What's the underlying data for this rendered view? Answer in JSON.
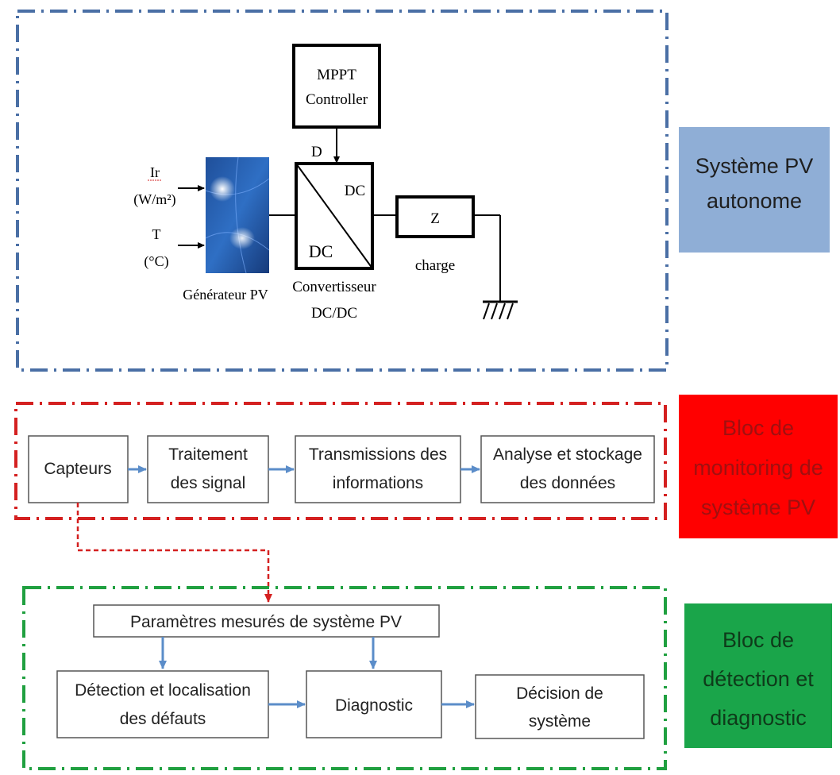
{
  "pv_system": {
    "mppt": {
      "line1": "MPPT",
      "line2": "Controller"
    },
    "duty_label": "D",
    "irradiance": {
      "line1": "Ir",
      "line2": "(W/m²)"
    },
    "temperature": {
      "line1": "T",
      "line2": "(°C)"
    },
    "generator_label": "Générateur PV",
    "converter": {
      "in_label": "DC",
      "out_label": "DC",
      "line1": "Convertisseur",
      "line2": "DC/DC"
    },
    "load": {
      "symbol": "Z",
      "label": "charge"
    }
  },
  "side_labels": {
    "pv": {
      "line1": "Système PV",
      "line2": "autonome",
      "bg": "#8faed6",
      "color": "#1f1f1f"
    },
    "monitoring": {
      "line1": "Bloc de",
      "line2": "monitoring de",
      "line3": "système PV",
      "bg": "#ff0000",
      "color": "#a01010"
    },
    "detection": {
      "line1": "Bloc de",
      "line2": "détection et",
      "line3": "diagnostic",
      "bg": "#1aa54a",
      "color": "#0e3b1a"
    }
  },
  "monitoring": {
    "capteurs": "Capteurs",
    "traitement": {
      "line1": "Traitement",
      "line2": "des signal"
    },
    "transmissions": {
      "line1": "Transmissions des",
      "line2": "informations"
    },
    "analyse": {
      "line1": "Analyse et stockage",
      "line2": "des données"
    }
  },
  "detection": {
    "parametres": "Paramètres mesurés de système PV",
    "localisation": {
      "line1": "Détection et localisation",
      "line2": "des défauts"
    },
    "diagnostic": "Diagnostic",
    "decision": {
      "line1": "Décision de",
      "line2": "système"
    }
  },
  "colors": {
    "pv_border": "#4a6fa5",
    "monitoring_border": "#d42020",
    "detection_border": "#20a040",
    "arrow_blue": "#5b8dc9",
    "connector_red": "#d42020"
  }
}
